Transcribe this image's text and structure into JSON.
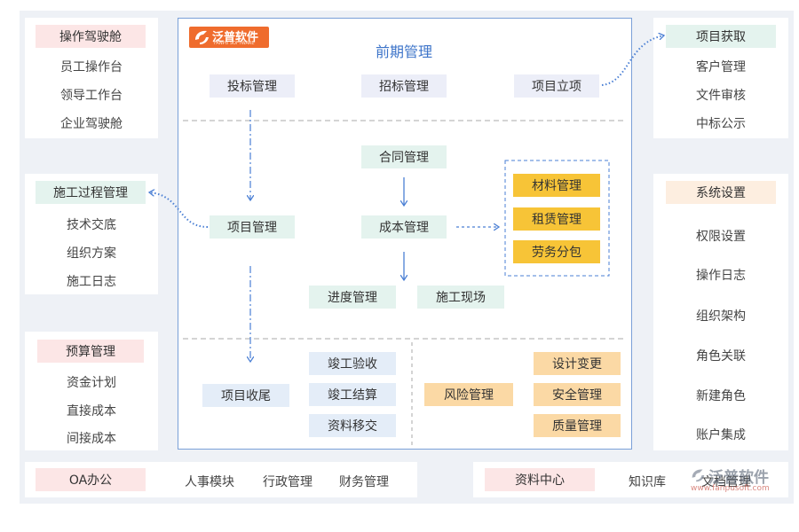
{
  "left_modules": [
    {
      "title": "操作驾驶舱",
      "items": [
        "员工操作台",
        "领导工作台",
        "企业驾驶舱"
      ]
    },
    {
      "title": "施工过程管理",
      "items": [
        "技术交底",
        "组织方案",
        "施工日志"
      ]
    },
    {
      "title": "预算管理",
      "items": [
        "资金计划",
        "直接成本",
        "间接成本"
      ]
    }
  ],
  "right_modules": [
    {
      "title": "项目获取",
      "items": [
        "客户管理",
        "文件审核",
        "中标公示"
      ]
    },
    {
      "title": "系统设置",
      "items": [
        "权限设置",
        "操作日志",
        "组织架构",
        "角色关联",
        "新建角色",
        "账户集成"
      ]
    }
  ],
  "center": {
    "logo_text": "泛普软件",
    "logo_sub": "FANPU SOFTWARE",
    "title": "前期管理",
    "early": [
      "投标管理",
      "招标管理",
      "项目立项"
    ],
    "contract": "合同管理",
    "project_mgmt": "项目管理",
    "cost_mgmt": "成本管理",
    "cost_items": [
      "材料管理",
      "租赁管理",
      "劳务分包"
    ],
    "progress": "进度管理",
    "site": "施工现场",
    "closeout": "项目收尾",
    "closeout_items": [
      "竣工验收",
      "竣工结算",
      "资料移交"
    ],
    "risk": "风险管理",
    "risk_items": [
      "设计变更",
      "安全管理",
      "质量管理"
    ]
  },
  "bottom_left": {
    "title": "OA办公",
    "items": [
      "人事模块",
      "行政管理",
      "财务管理"
    ]
  },
  "bottom_right": {
    "title": "资料中心",
    "items": [
      "知识库",
      "文档管理"
    ]
  },
  "watermark": {
    "brand": "泛普软件",
    "url": "www.fanpusoft.com"
  },
  "colors": {
    "pink_header": "#fce6e6",
    "green_header": "#e4f3ee",
    "yellow_box": "#f7c437",
    "orange_box": "#fbd9a5",
    "arrow_blue": "#4a7fd4",
    "frame_blue": "#7aa0d8"
  }
}
